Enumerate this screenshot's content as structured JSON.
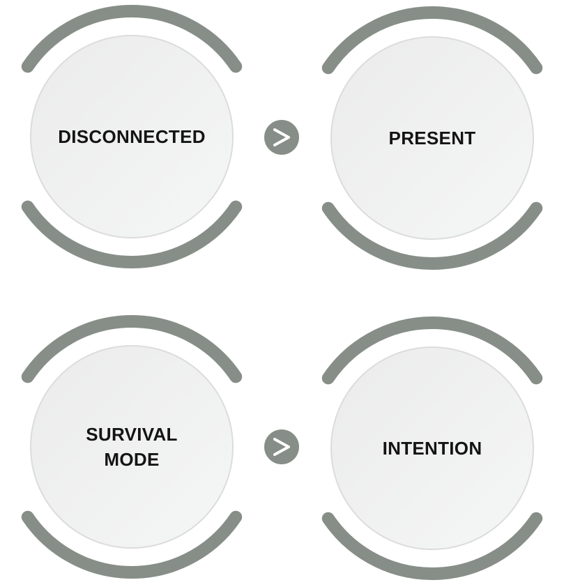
{
  "colors": {
    "arc": "#878e88",
    "circle": "#f0f1f1",
    "circle_border": "#dcdcdc",
    "arrow_bg": "#878e88",
    "text": "#141414"
  },
  "rows": [
    {
      "left_label": "DISCONNECTED",
      "right_label": "PRESENT",
      "arrow_icon": "chevron-right-icon"
    },
    {
      "left_label": "SURVIVAL\nMODE",
      "right_label": "INTENTION",
      "arrow_icon": "chevron-right-icon"
    }
  ]
}
